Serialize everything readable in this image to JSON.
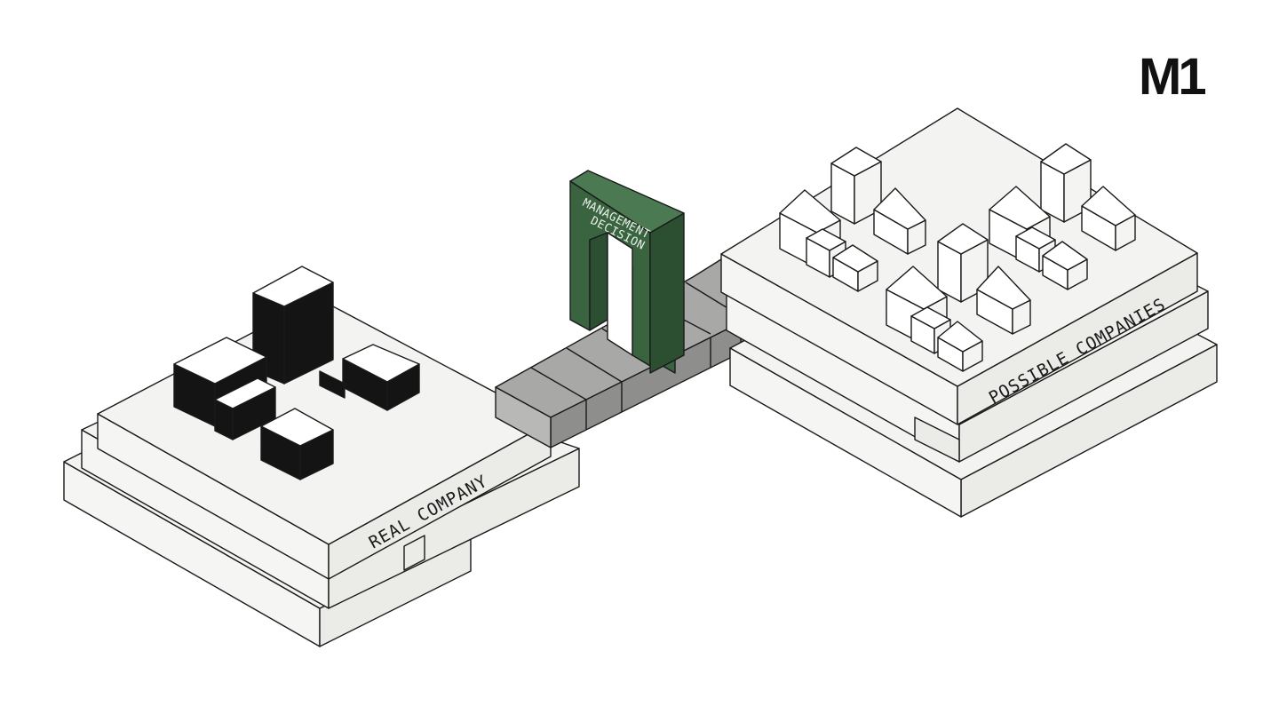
{
  "logo": {
    "text": "M1"
  },
  "real_company": {
    "label": "REAL COMPANY"
  },
  "gate": {
    "line1": "MANAGEMENT",
    "line2": "DECISION"
  },
  "possible_companies": {
    "label": "POSSIBLE COMPANIES"
  },
  "colors": {
    "background": "#ffffff",
    "platform_top": "#f3f3f1",
    "platform_side": "#efefec",
    "block_dark": "#121212",
    "bridge_top": "#a9a9a7",
    "bridge_side": "#8f8f8d",
    "gate_front": "#3a6440",
    "gate_side": "#2c4f32",
    "stroke": "#1a1a1a"
  }
}
